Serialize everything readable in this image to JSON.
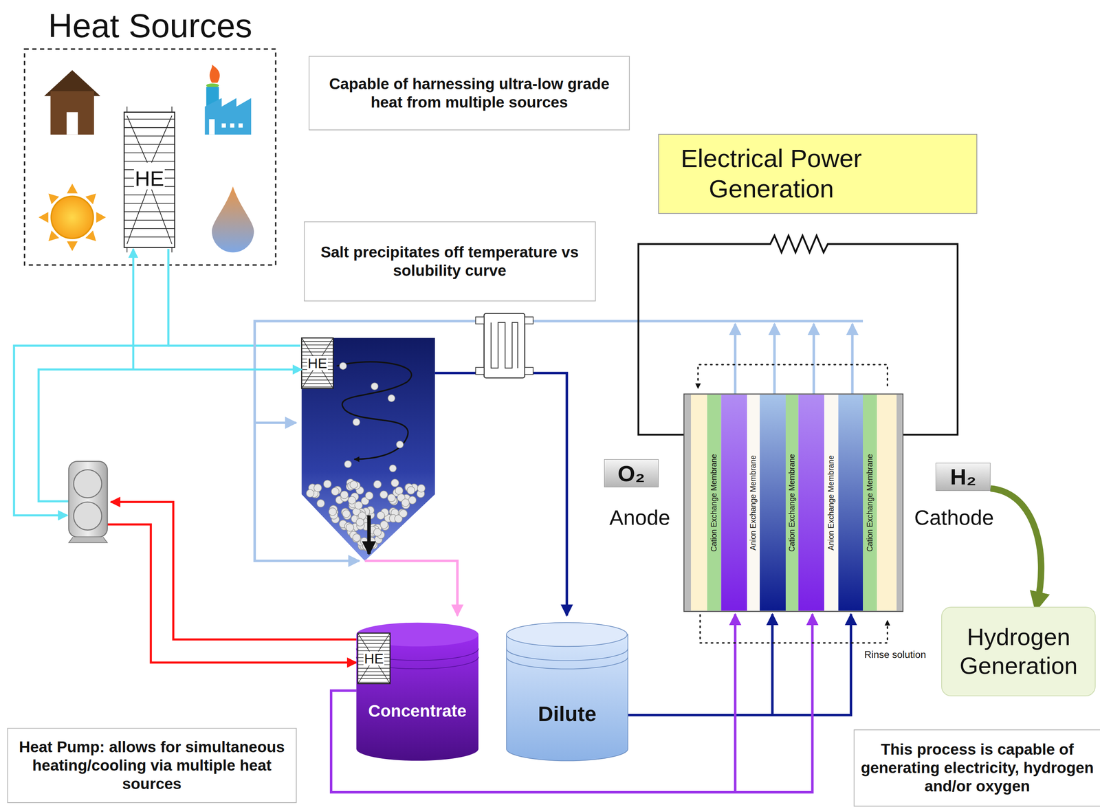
{
  "diagram": {
    "nodes": [
      {
        "text": [
          "Heat Sources"
        ]
      },
      {
        "text": [
          "HE"
        ],
        "in": 0
      },
      {
        "text": [
          "Capable of harnessing ultra-low grade heat from multiple sources"
        ]
      },
      {
        "text": [
          "Electrical Power Generation"
        ]
      },
      {
        "text": [
          "Salt precipitates off temperature vs solubility curve"
        ]
      },
      {
        "text": [
          "HE"
        ]
      },
      {
        "text": [
          "O₂"
        ]
      },
      {
        "text": [
          "H₂"
        ]
      },
      {
        "text": [
          "Cation Exchange Membrane"
        ]
      },
      {
        "text": [
          "Anion Exchange Membrane"
        ]
      },
      {
        "text": [
          "Cation Exchange Membrane"
        ]
      },
      {
        "text": [
          "Anion Exchange Membrane"
        ]
      },
      {
        "text": [
          "Cation Exchange Membrane"
        ]
      },
      {
        "text": [
          "Concentrate"
        ]
      },
      {
        "text": [
          "HE"
        ],
        "in": 13
      },
      {
        "text": [
          "Dilute"
        ]
      },
      {
        "text": [
          "Heat Pump: allows for simultaneous heating/cooling via multiple heat sources"
        ]
      },
      {
        "text": [
          "Hydrogen Generation"
        ]
      },
      {
        "text": [
          "This process is capable of generating electricity, hydrogen and/or oxygen"
        ]
      }
    ],
    "edges": [
      {
        "from": 1,
        "to": 5,
        "arrow": "both"
      },
      {
        "from": 7,
        "to": 17,
        "arrow": "to"
      }
    ],
    "labels": [
      "Anode",
      "Cathode",
      "Rinse solution"
    ]
  }
}
